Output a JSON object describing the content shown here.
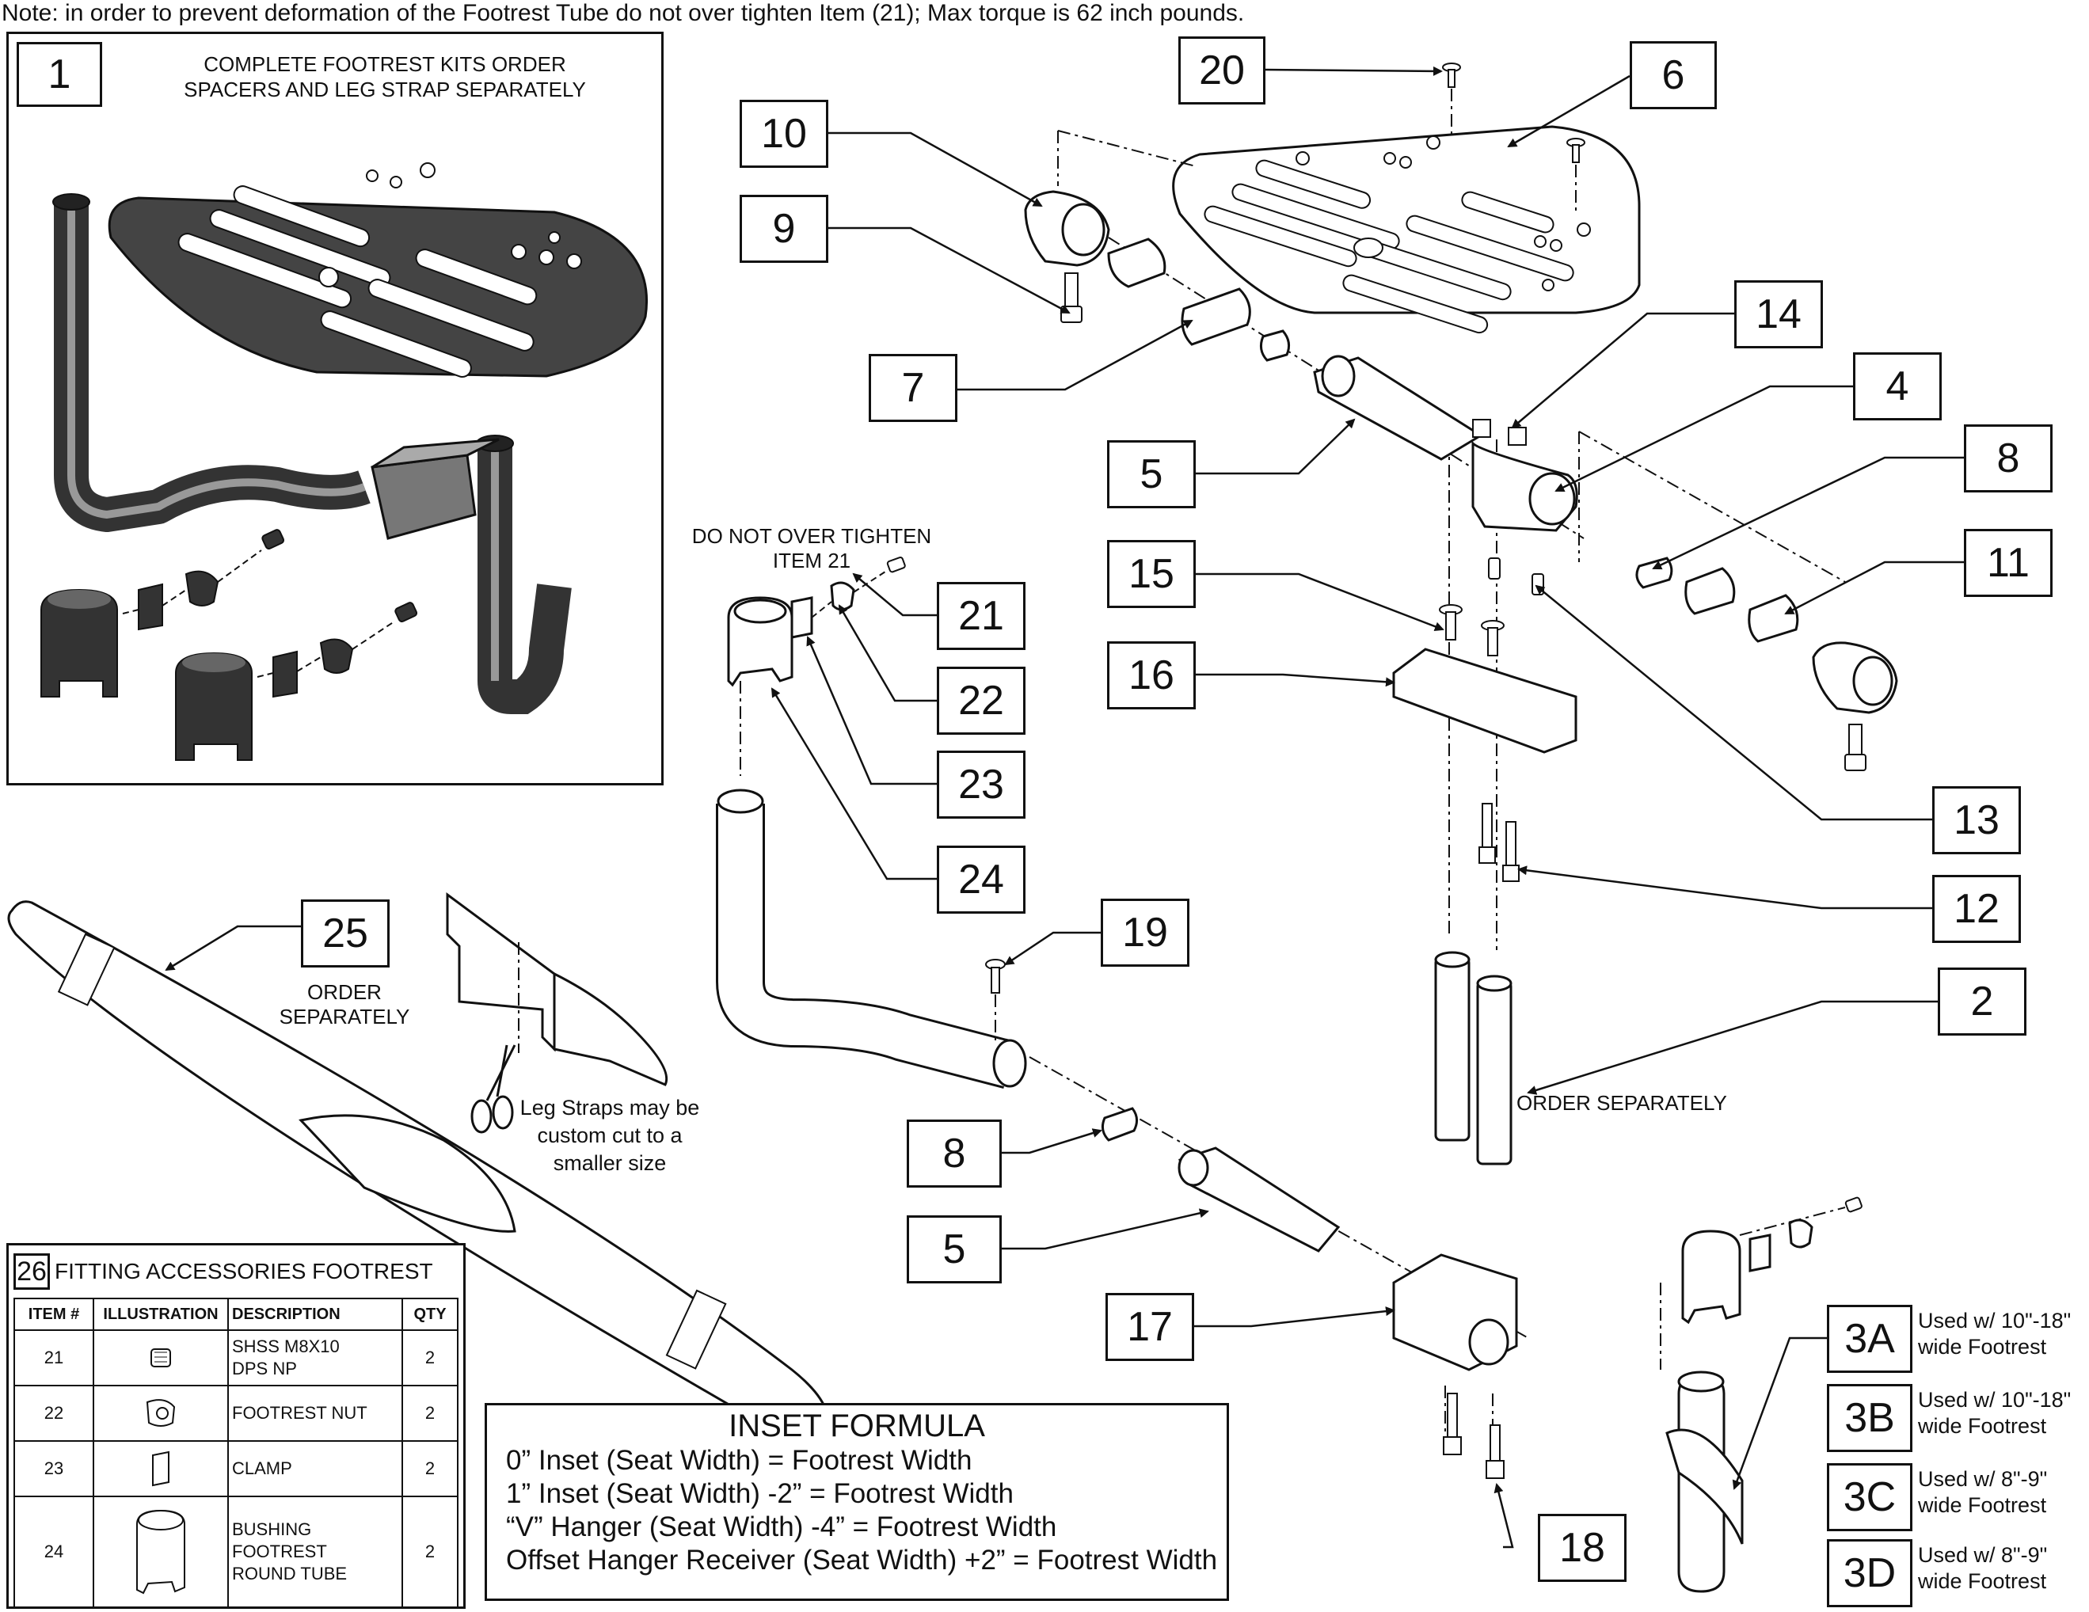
{
  "note": "Note: in order to prevent deformation of the Footrest Tube do not over tighten Item (21); Max torque is 62 inch pounds.",
  "kit": {
    "number": "1",
    "note": "COMPLETE FOOTREST KITS ORDER\nSPACERS  AND LEG STRAP SEPARATELY"
  },
  "callouts": {
    "c20": "20",
    "c6": "6",
    "c10": "10",
    "c9": "9",
    "c14": "14",
    "c7": "7",
    "c4": "4",
    "c5a": "5",
    "c8a": "8",
    "c15": "15",
    "c11": "11",
    "c16": "16",
    "c21": "21",
    "c22": "22",
    "c23": "23",
    "c13": "13",
    "c24": "24",
    "c12": "12",
    "c25": "25",
    "c19": "19",
    "c2": "2",
    "c8b": "8",
    "c5b": "5",
    "c17": "17",
    "c18": "18",
    "c3a": "3A",
    "c3b": "3B",
    "c3c": "3C",
    "c3d": "3D"
  },
  "labels": {
    "do_not_over_tighten": "DO NOT OVER TIGHTEN\nITEM 21",
    "order_separately_25": "ORDER\nSEPARATELY",
    "leg_straps": "Leg Straps may be\ncustom cut to a\nsmaller size",
    "order_separately_2": "ORDER SEPARATELY"
  },
  "used_with": {
    "u3a": "Used w/ 10\"-18\"\nwide Footrest",
    "u3b": "Used w/ 10\"-18\"\nwide Footrest",
    "u3c": "Used w/ 8\"-9\"\nwide Footrest",
    "u3d": "Used w/ 8\"-9\"\nwide Footrest"
  },
  "parts_table": {
    "number": "26",
    "title": "FITTING ACCESSORIES FOOTREST",
    "headers": {
      "item": "ITEM #",
      "illustration": "ILLUSTRATION",
      "description": "DESCRIPTION",
      "qty": "QTY"
    },
    "rows": [
      {
        "item": "21",
        "icon": "set-screw-icon",
        "description": "SHSS M8X10\nDPS NP",
        "qty": "2"
      },
      {
        "item": "22",
        "icon": "footrest-nut-icon",
        "description": "FOOTREST NUT",
        "qty": "2"
      },
      {
        "item": "23",
        "icon": "clamp-icon",
        "description": "CLAMP",
        "qty": "2"
      },
      {
        "item": "24",
        "icon": "bushing-icon",
        "description": "BUSHING\nFOOTREST\nROUND TUBE",
        "qty": "2"
      }
    ]
  },
  "inset_formula": {
    "title": "INSET FORMULA",
    "lines": [
      "0” Inset (Seat Width) = Footrest Width",
      "1” Inset (Seat Width) -2” = Footrest Width",
      "“V” Hanger (Seat Width) -4” = Footrest Width",
      "Offset Hanger Receiver (Seat Width) +2” = Footrest Width"
    ]
  }
}
